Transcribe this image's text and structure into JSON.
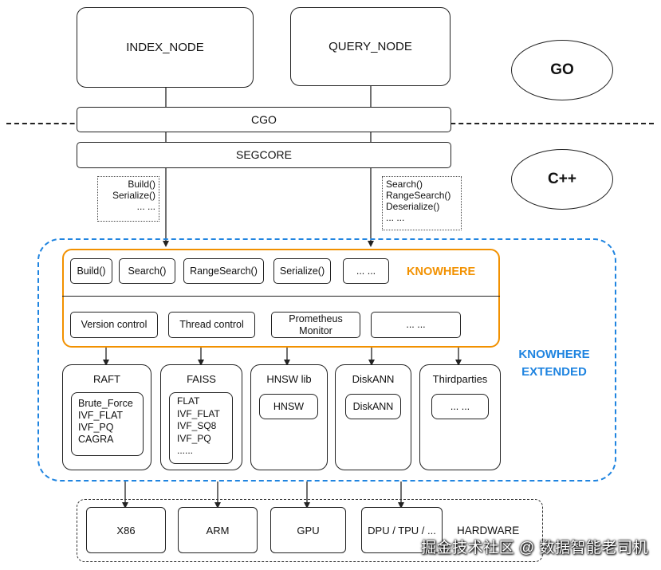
{
  "nodes": {
    "index_node": "INDEX_NODE",
    "query_node": "QUERY_NODE"
  },
  "layers": {
    "cgo": "CGO",
    "segcore": "SEGCORE"
  },
  "languages": {
    "go": "GO",
    "cpp": "C++"
  },
  "notes": {
    "left": [
      "Build()",
      "Serialize()",
      "... ..."
    ],
    "right": [
      "Search()",
      "RangeSearch()",
      "Deserialize()",
      "... ..."
    ]
  },
  "knowhere": {
    "label": "KNOWHERE",
    "api": [
      "Build()",
      "Search()",
      "RangeSearch()",
      "Serialize()",
      "... ..."
    ],
    "services": [
      "Version control",
      "Thread control",
      "Prometheus Monitor",
      "... ..."
    ]
  },
  "knowhere_extended": {
    "line1": "KNOWHERE",
    "line2": "EXTENDED"
  },
  "libraries": [
    {
      "title": "RAFT",
      "items": [
        "Brute_Force",
        "IVF_FLAT",
        "IVF_PQ",
        "CAGRA"
      ]
    },
    {
      "title": "FAISS",
      "items": [
        "FLAT",
        "IVF_FLAT",
        "IVF_SQ8",
        "IVF_PQ",
        "......"
      ]
    },
    {
      "title": "HNSW lib",
      "items": [
        "HNSW"
      ]
    },
    {
      "title": "DiskANN",
      "items": [
        "DiskANN"
      ]
    },
    {
      "title": "Thirdparties",
      "items": [
        "... ..."
      ]
    }
  ],
  "hardware": {
    "label": "HARDWARE",
    "items": [
      "X86",
      "ARM",
      "GPU",
      "DPU / TPU / ..."
    ]
  },
  "watermark": "掘金技术社区 @ 数据智能老司机",
  "colors": {
    "orange": "#f29100",
    "blue": "#1f84e0",
    "line": "#222222"
  }
}
